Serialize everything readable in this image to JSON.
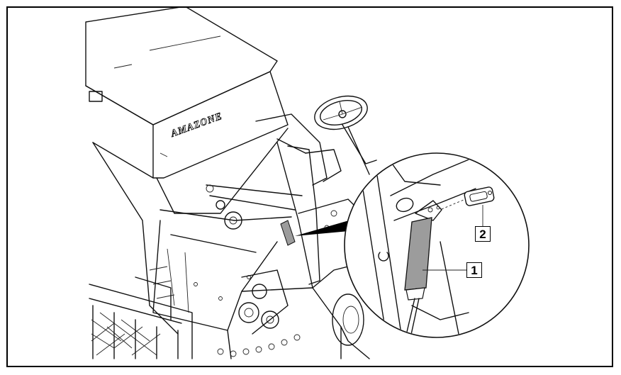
{
  "diagram": {
    "brand_label": "AMAZONE",
    "callouts": [
      {
        "number": "1",
        "target": "gas-strut"
      },
      {
        "number": "2",
        "target": "safety-clip"
      }
    ],
    "colors": {
      "ink": "#111111",
      "strut_fill": "#9c9c9c",
      "background": "#ffffff"
    },
    "icons": [
      "arrow-pointer-icon",
      "steering-wheel-icon"
    ]
  }
}
